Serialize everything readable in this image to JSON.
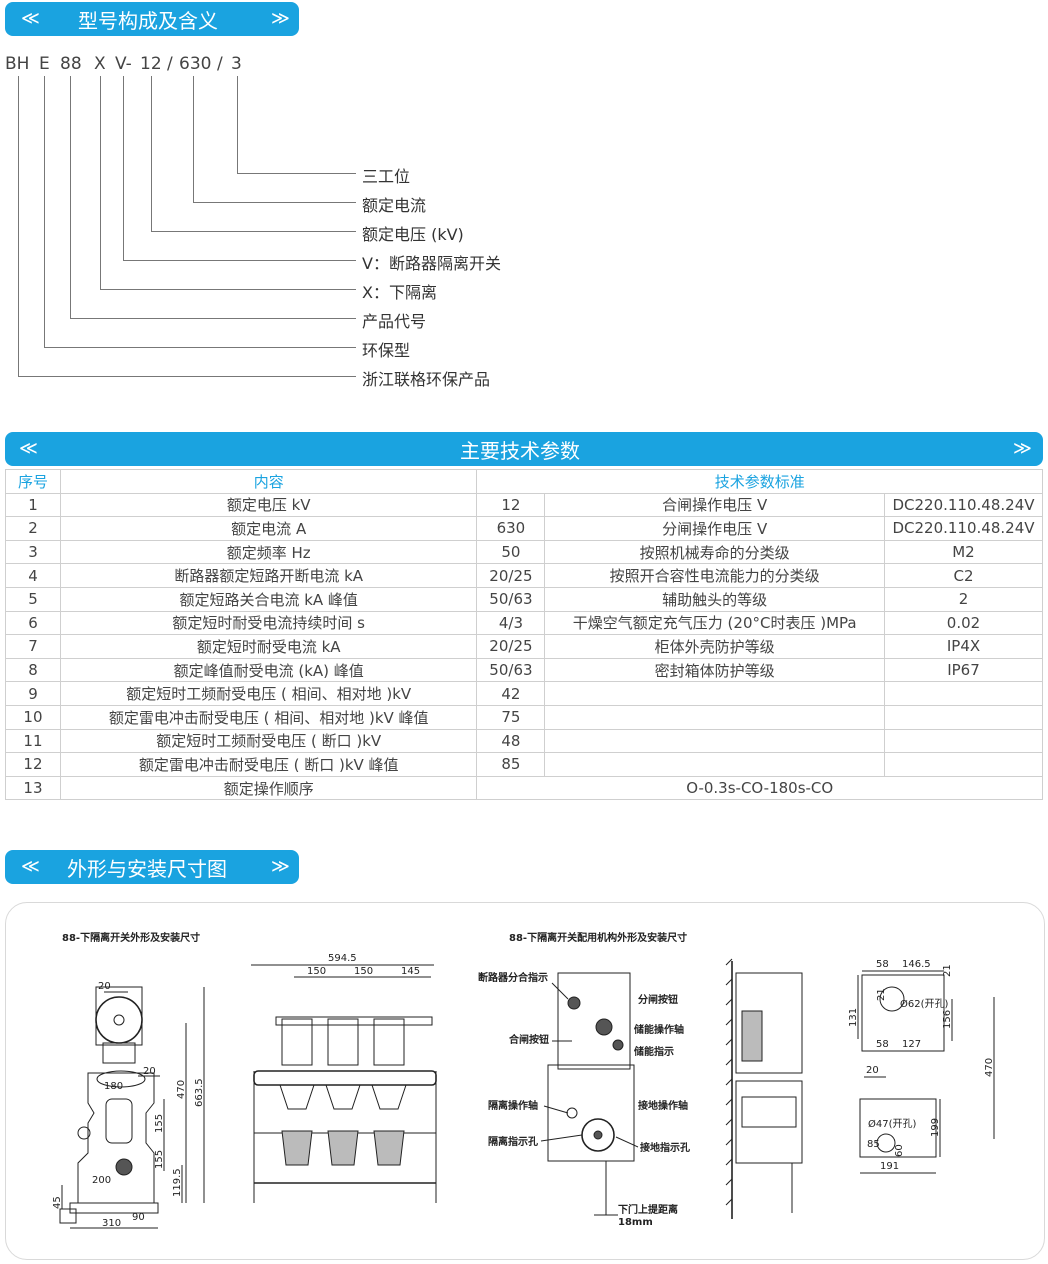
{
  "sections": {
    "model_title": "型号构成及含义",
    "params_title": "主要技术参数",
    "drawing_title": "外形与安装尺寸图",
    "arrow_left": "≪",
    "arrow_right": "≫"
  },
  "model_code": {
    "letters": [
      "BH",
      "E",
      "88",
      "X",
      "V-",
      "12",
      "/",
      "630",
      "/",
      "3"
    ],
    "meanings": [
      "三工位",
      "额定电流",
      "额定电压 (kV)",
      "V：断路器隔离开关",
      "X：下隔离",
      "产品代号",
      "环保型",
      "浙江联格环保产品"
    ]
  },
  "table": {
    "headers": {
      "no": "序号",
      "content": "内容",
      "standard": "技术参数标准"
    },
    "rows": [
      {
        "no": "1",
        "content": "额定电压 kV",
        "value": "12",
        "item2": "合闸操作电压 V",
        "value2": "DC220.110.48.24V"
      },
      {
        "no": "2",
        "content": "额定电流 A",
        "value": "630",
        "item2": "分闸操作电压 V",
        "value2": "DC220.110.48.24V"
      },
      {
        "no": "3",
        "content": "额定频率 Hz",
        "value": "50",
        "item2": "按照机械寿命的分类级",
        "value2": "M2"
      },
      {
        "no": "4",
        "content": "断路器额定短路开断电流 kA",
        "value": "20/25",
        "item2": "按照开合容性电流能力的分类级",
        "value2": "C2"
      },
      {
        "no": "5",
        "content": "额定短路关合电流 kA 峰值",
        "value": "50/63",
        "item2": "辅助触头的等级",
        "value2": "2"
      },
      {
        "no": "6",
        "content": "额定短时耐受电流持续时间 s",
        "value": "4/3",
        "item2": "干燥空气额定充气压力 (20°C时表压 )MPa",
        "value2": "0.02"
      },
      {
        "no": "7",
        "content": "额定短时耐受电流 kA",
        "value": "20/25",
        "item2": "柜体外壳防护等级",
        "value2": "IP4X"
      },
      {
        "no": "8",
        "content": "额定峰值耐受电流 (kA) 峰值",
        "value": "50/63",
        "item2": "密封箱体防护等级",
        "value2": "IP67"
      },
      {
        "no": "9",
        "content": "额定短时工频耐受电压 ( 相间、相对地 )kV",
        "value": "42",
        "item2": "",
        "value2": ""
      },
      {
        "no": "10",
        "content": "额定雷电冲击耐受电压 ( 相间、相对地 )kV 峰值",
        "value": "75",
        "item2": "",
        "value2": ""
      },
      {
        "no": "11",
        "content": "额定短时工频耐受电压 ( 断口 )kV",
        "value": "48",
        "item2": "",
        "value2": ""
      },
      {
        "no": "12",
        "content": "额定雷电冲击耐受电压 ( 断口 )kV 峰值",
        "value": "85",
        "item2": "",
        "value2": ""
      }
    ],
    "last_row": {
      "no": "13",
      "content": "额定操作顺序",
      "value": "O-0.3s-CO-180s-CO"
    }
  },
  "drawings": {
    "left_title": "88-下隔离开关外形及安装尺寸",
    "right_title": "88-下隔离开关配用机构外形及安装尺寸",
    "dims_left": {
      "d20a": "20",
      "d20b": "20",
      "d180": "180",
      "d470": "470",
      "d663": "663.5",
      "d155a": "155",
      "d155b": "155",
      "d119": "119.5",
      "d200": "200",
      "d45": "45",
      "d310": "310",
      "d90": "90"
    },
    "dims_front": {
      "d594": "594.5",
      "d150a": "150",
      "d150b": "150",
      "d145": "145"
    },
    "mech_labels": [
      "断路器分合指示",
      "分闸按钮",
      "储能操作轴",
      "合闸按钮",
      "储能指示",
      "隔离操作轴",
      "接地操作轴",
      "隔离指示孔",
      "接地指示孔"
    ],
    "mech_note1": "下门上提距离",
    "mech_note2": "18mm",
    "dims_cut": {
      "d58a": "58",
      "d146": "146.5",
      "d21a": "21",
      "d21b": "21",
      "d131": "131",
      "d62": "Ø62(开孔)",
      "d156": "156",
      "d58b": "58",
      "d127": "127",
      "d470": "470",
      "d20": "20",
      "d47": "Ø47(开孔)",
      "d199": "199",
      "d85": "85",
      "d60": "60",
      "d191": "191"
    }
  }
}
